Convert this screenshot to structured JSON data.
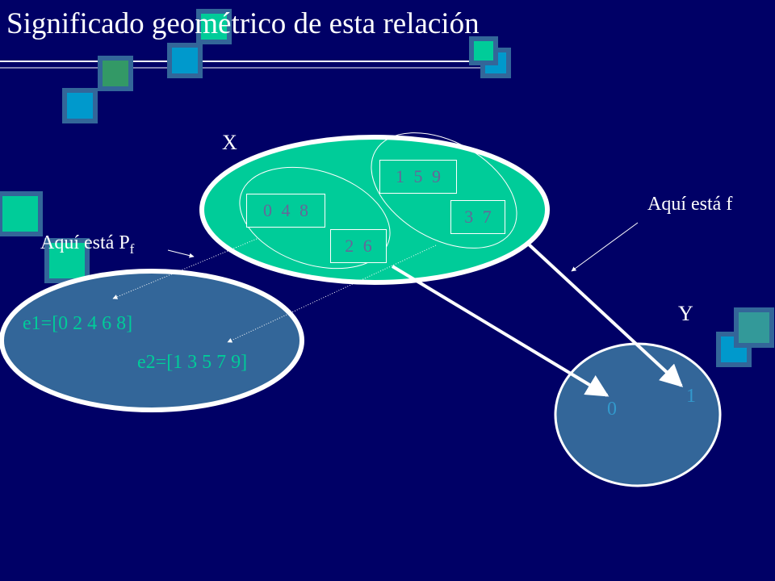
{
  "title": "Significado geométrico de esta relación",
  "colors": {
    "background": "#000066",
    "set_x_fill": "#00cc99",
    "set_fill": "#336699",
    "element_text": "#00cc99",
    "box_text": "#666699",
    "y_text": "#3399cc"
  },
  "labels": {
    "set_x": "X",
    "set_y": "Y",
    "here_f": "Aquí está f",
    "here_pf": "Aquí está P",
    "here_pf_sub": "f"
  },
  "set_x_boxes": {
    "box_048": "0  4  8",
    "box_26": "2  6",
    "box_159": "1  5  9",
    "box_37": "3  7"
  },
  "quotient_set": {
    "e1": "e1=[0 2 4 6 8]",
    "e2": "e2=[1 3 5 7 9]"
  },
  "set_y_values": {
    "zero": "0",
    "one": "1"
  }
}
